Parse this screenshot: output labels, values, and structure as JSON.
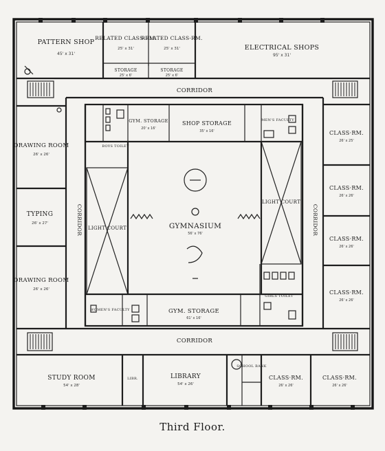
{
  "caption": "Third Floor.",
  "rooms": {
    "pattern_shop": {
      "name": "PATTERN SHOP",
      "dim": "45' x 31'"
    },
    "related_class_1": {
      "name": "RELATED CLASS·RM.",
      "dim": "25' x 31'"
    },
    "related_class_2": {
      "name": "RELATED CLASS·RM.",
      "dim": "25' x 31'"
    },
    "storage_1": {
      "name": "STORAGE",
      "dim": "25' x 6'"
    },
    "storage_2": {
      "name": "STORAGE",
      "dim": "25' x 6'"
    },
    "electrical_shops": {
      "name": "ELECTRICAL SHOPS",
      "dim": "95' x 31'"
    },
    "corridor_top": {
      "name": "CORRIDOR"
    },
    "corridor_bottom": {
      "name": "CORRIDOR"
    },
    "corridor_left": {
      "name": "CORRIDOR"
    },
    "corridor_right": {
      "name": "CORRIDOR"
    },
    "boys_toilet": {
      "name": "BOYS TOILET"
    },
    "gym_storage_top": {
      "name": "GYM. STORAGE",
      "dim": "20' x 16'"
    },
    "shop_storage": {
      "name": "SHOP STORAGE",
      "dim": "35' x 16'"
    },
    "mens_faculty": {
      "name": "MEN'S FACULTY"
    },
    "drawing_room_1": {
      "name": "DRAWING ROOM",
      "dim": "26' x 26'"
    },
    "typing": {
      "name": "TYPING",
      "dim": "26' x 27'"
    },
    "drawing_room_2": {
      "name": "DRAWING ROOM",
      "dim": "26' x 26'"
    },
    "light_court_left": {
      "name": "LIGHT COURT"
    },
    "light_court_right": {
      "name": "LIGHT COURT"
    },
    "gymnasium": {
      "name": "GYMNASIUM",
      "dim": "56' x 76'"
    },
    "womens_faculty": {
      "name": "WOMEN'S FACULTY"
    },
    "gym_storage_bottom": {
      "name": "GYM. STORAGE",
      "dim": "61' x 16'"
    },
    "girls_toilet": {
      "name": "GIRLS TOILET"
    },
    "class_r1": {
      "name": "CLASS·RM.",
      "dim": "26' x 25'"
    },
    "class_r2": {
      "name": "CLASS·RM.",
      "dim": "26' x 26'"
    },
    "class_r3": {
      "name": "CLASS·RM.",
      "dim": "26' x 26'"
    },
    "class_r4": {
      "name": "CLASS·RM.",
      "dim": "26' x 26'"
    },
    "study_room": {
      "name": "STUDY ROOM",
      "dim": "54' x 28'"
    },
    "librarian": {
      "name": "LIBR."
    },
    "library": {
      "name": "LIBRARY",
      "dim": "54' x 26'"
    },
    "school_bank": {
      "name": "SCHOOL BANK"
    },
    "class_b1": {
      "name": "CLASS·RM.",
      "dim": "26' x 26'"
    },
    "class_b2": {
      "name": "CLASS·RM.",
      "dim": "26' x 26'"
    }
  }
}
